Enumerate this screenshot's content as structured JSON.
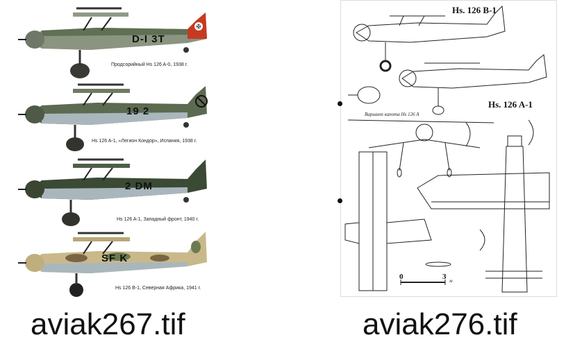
{
  "left_image": {
    "filename": "aviak267.tif",
    "profiles": [
      {
        "registration": "D-I 3T",
        "caption": "Продсорийный Hs 126 A-0, 1938 г."
      },
      {
        "registration": "19 2",
        "caption": "Hs 126 A-1, «Легион Кондор», Испания, 1938 г."
      },
      {
        "registration": "2 DM",
        "caption": "Hs 126 A-1, Западный фронт, 1940 г."
      },
      {
        "registration": "SF K",
        "caption": "Hs 126 B-1, Северная Африка, 1941 г."
      }
    ]
  },
  "right_image": {
    "filename": "aviak276.tif",
    "title_b1": "Hs. 126 B-1",
    "title_a1": "Hs. 126 A-1",
    "variant_label": "Вариант капота Hs 126 A",
    "scale_start": "0",
    "scale_end": "3",
    "scale_unit": "м"
  },
  "colors": {
    "dark_green": "#3b4a34",
    "mid_green": "#5f7054",
    "sand": "#c9b98a",
    "brown": "#7a6443",
    "red_tail": "#c63a22",
    "underside": "#a9b7bd"
  }
}
